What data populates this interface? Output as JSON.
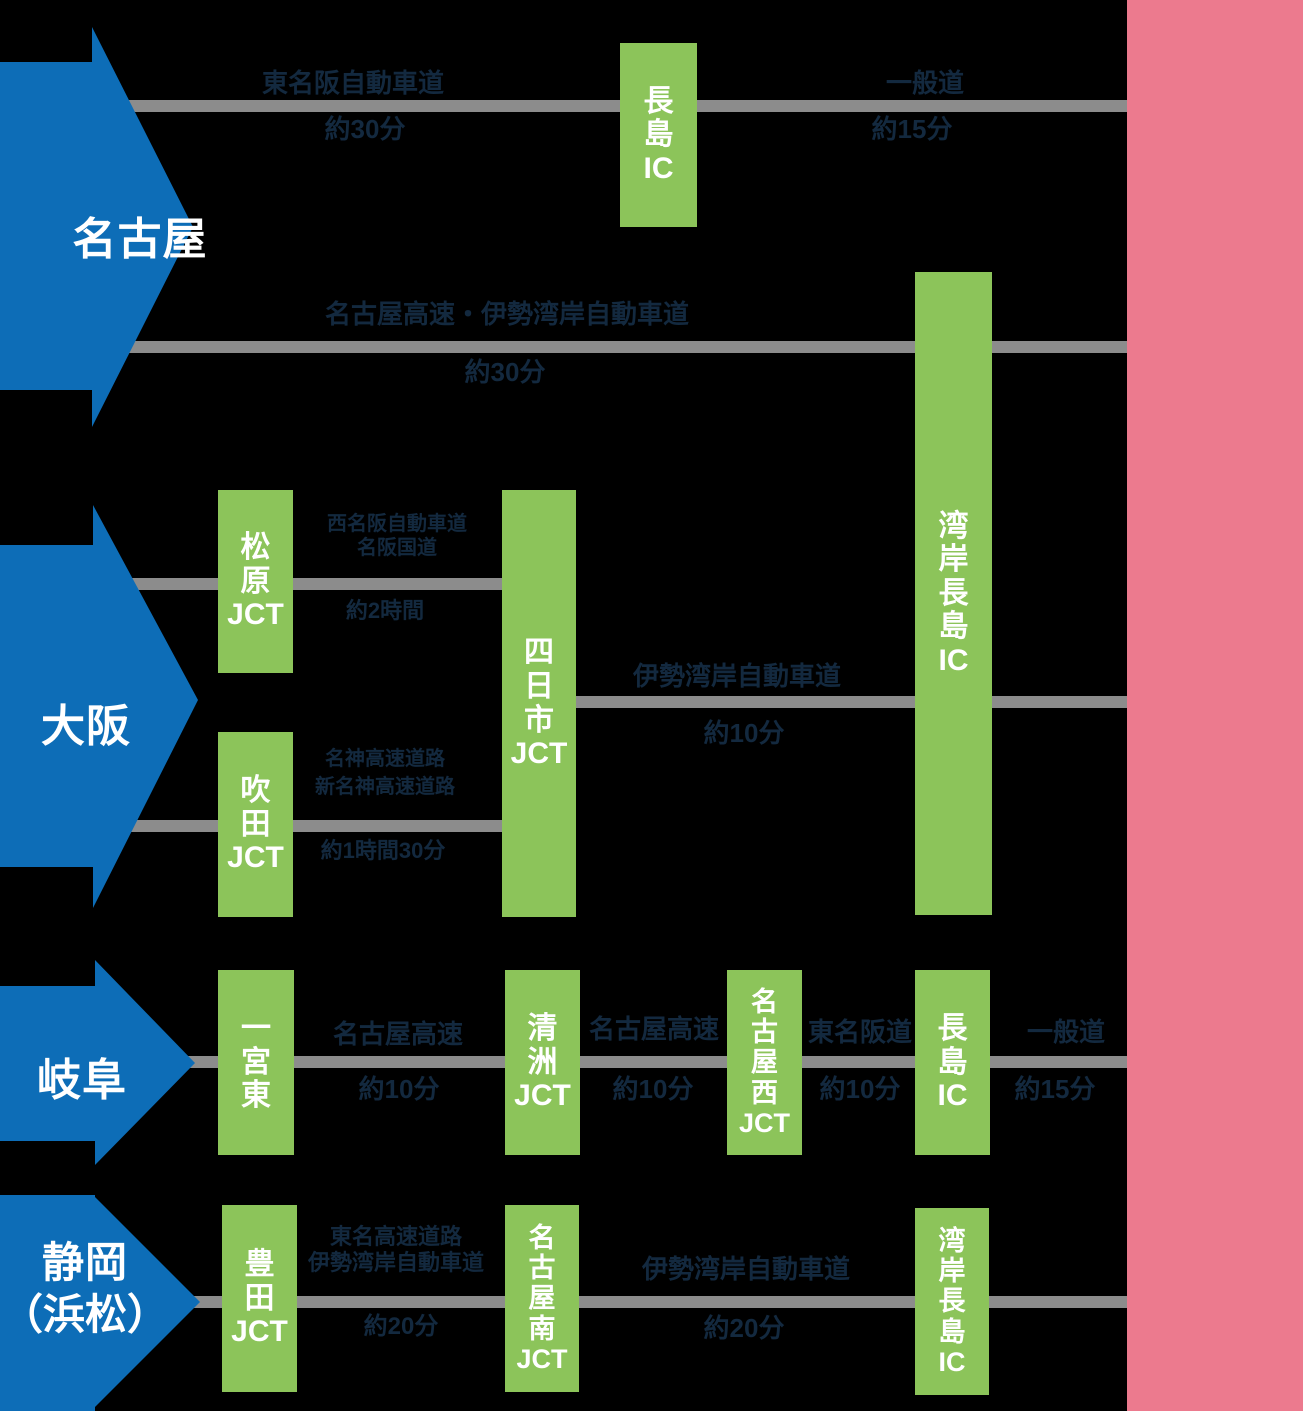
{
  "colors": {
    "background": "#000000",
    "arrow_blue": "#0d6db7",
    "node_green": "#8cc45a",
    "road_gray": "#8c8c8c",
    "destination_pink": "#ec7a8e",
    "node_text": "#ffffff",
    "route_text": "#13293f"
  },
  "origins": [
    {
      "label": "名古屋"
    },
    {
      "label": "大阪"
    },
    {
      "label": "岐阜"
    },
    {
      "label": "静岡",
      "label_sub": "（浜松）"
    }
  ],
  "nodes": [
    {
      "name": "長島IC",
      "chars": [
        "長",
        "島",
        "IC"
      ]
    },
    {
      "name": "湾岸長島IC",
      "chars": [
        "湾",
        "岸",
        "長",
        "島",
        "IC"
      ]
    },
    {
      "name": "松原JCT",
      "chars": [
        "松",
        "原",
        "JCT"
      ]
    },
    {
      "name": "四日市JCT",
      "chars": [
        "四",
        "日",
        "市",
        "JCT"
      ]
    },
    {
      "name": "吹田JCT",
      "chars": [
        "吹",
        "田",
        "JCT"
      ]
    },
    {
      "name": "一宮東",
      "chars": [
        "一",
        "宮",
        "東"
      ]
    },
    {
      "name": "清洲JCT",
      "chars": [
        "清",
        "洲",
        "JCT"
      ]
    },
    {
      "name": "名古屋西JCT",
      "chars": [
        "名",
        "古",
        "屋",
        "西",
        "JCT"
      ]
    },
    {
      "name": "長島IC",
      "chars": [
        "長",
        "島",
        "IC"
      ]
    },
    {
      "name": "豊田JCT",
      "chars": [
        "豊",
        "田",
        "JCT"
      ]
    },
    {
      "name": "名古屋南JCT",
      "chars": [
        "名",
        "古",
        "屋",
        "南",
        "JCT"
      ]
    },
    {
      "name": "湾岸長島IC",
      "chars": [
        "湾",
        "岸",
        "長",
        "島",
        "IC"
      ]
    }
  ],
  "segments": [
    {
      "road": "東名阪自動車道",
      "time": "約30分"
    },
    {
      "road": "一般道",
      "time": "約15分"
    },
    {
      "road": "名古屋高速・伊勢湾岸自動車道",
      "time": "約30分"
    },
    {
      "road": "西名阪自動車道",
      "road2": "名阪国道",
      "time": "約2時間"
    },
    {
      "road": "名神高速道路",
      "road2": "新名神高速道路",
      "time": "約1時間30分"
    },
    {
      "road": "伊勢湾岸自動車道",
      "time": "約10分"
    },
    {
      "road": "名古屋高速",
      "time": "約10分"
    },
    {
      "road": "名古屋高速",
      "time": "約10分"
    },
    {
      "road": "東名阪道",
      "time": "約10分"
    },
    {
      "road": "一般道",
      "time": "約15分"
    },
    {
      "road": "東名高速道路",
      "road2": "伊勢湾岸自動車道",
      "time": "約20分"
    },
    {
      "road": "伊勢湾岸自動車道",
      "time": "約20分"
    }
  ]
}
